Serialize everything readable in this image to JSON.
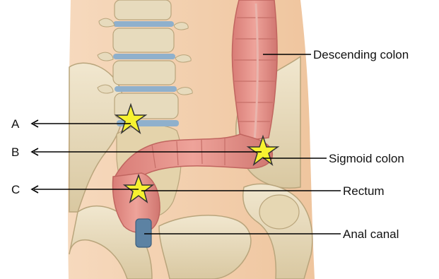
{
  "labels": {
    "descending_colon": "Descending colon",
    "sigmoid_colon": "Sigmoid colon",
    "rectum": "Rectum",
    "anal_canal": "Anal canal"
  },
  "markers": [
    {
      "letter": "A"
    },
    {
      "letter": "B"
    },
    {
      "letter": "C"
    }
  ],
  "colors": {
    "colon": "#e8958c",
    "colon_dark": "#c66f68",
    "bone": "#ece0c4",
    "bone_shadow": "#cdb98f",
    "disc": "#8fb0cc",
    "background_tissue": "#f2cda8",
    "star": "#f7f230",
    "anal_canal": "#5c82a3"
  }
}
